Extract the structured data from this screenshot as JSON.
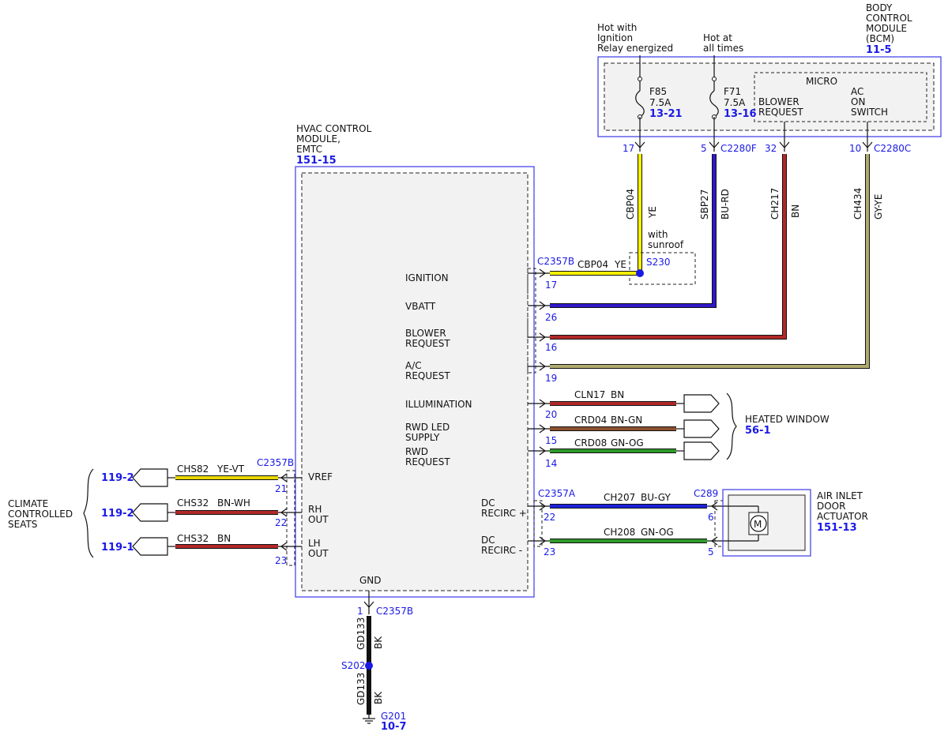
{
  "bcm": {
    "title_lines": [
      "BODY",
      "CONTROL",
      "MODULE",
      "(BCM)"
    ],
    "ref": "11-5",
    "micro": "MICRO",
    "blower_request": [
      "BLOWER",
      "REQUEST"
    ],
    "ac_on_switch": [
      "AC",
      "ON",
      "SWITCH"
    ]
  },
  "fuses": [
    {
      "name": "F85",
      "rating": "7.5A",
      "ref": "13-21",
      "supply": [
        "Hot with",
        "Ignition",
        "Relay energized"
      ]
    },
    {
      "name": "F71",
      "rating": "7.5A",
      "ref": "13-16",
      "supply": [
        "Hot at",
        "all times"
      ]
    }
  ],
  "bcm_connectors": {
    "pins": [
      "17",
      "5",
      "32",
      "10"
    ],
    "c2280f": "C2280F",
    "c2280c": "C2280C"
  },
  "bcm_wires": [
    {
      "circuit": "CBP04",
      "color": "YE",
      "stripe": "#f5f000"
    },
    {
      "circuit": "SBP27",
      "color": "BU-RD",
      "stripe": "#3018c8"
    },
    {
      "circuit": "CH217",
      "color": "BN",
      "stripe": "#b02828"
    },
    {
      "circuit": "CH434",
      "color": "GY-YE",
      "stripe": "#b0aa70"
    }
  ],
  "splice_s230": {
    "name": "S230",
    "note": [
      "with",
      "sunroof"
    ],
    "connector": "C2357B",
    "circuit": "CBP04",
    "color": "YE"
  },
  "hvac": {
    "title_lines": [
      "HVAC CONTROL",
      "MODULE,",
      "EMTC"
    ],
    "ref": "151-15",
    "gnd": "GND",
    "right_signals": [
      {
        "lines": [
          "IGNITION"
        ],
        "pin": "17"
      },
      {
        "lines": [
          "VBATT"
        ],
        "pin": "26"
      },
      {
        "lines": [
          "BLOWER",
          "REQUEST"
        ],
        "pin": "16"
      },
      {
        "lines": [
          "A/C",
          "REQUEST"
        ],
        "pin": "19"
      },
      {
        "lines": [
          "ILLUMINATION"
        ],
        "pin": "20"
      },
      {
        "lines": [
          "RWD LED",
          "SUPPLY"
        ],
        "pin": "15"
      },
      {
        "lines": [
          "RWD",
          "REQUEST"
        ],
        "pin": "14"
      }
    ],
    "dc_recirc_plus": [
      "DC",
      "RECIRC +"
    ],
    "dc_recirc_minus": [
      "DC",
      "RECIRC -"
    ],
    "left_signals": [
      {
        "lines": [
          "VREF"
        ],
        "pin": "21"
      },
      {
        "lines": [
          "RH",
          "OUT"
        ],
        "pin": "22"
      },
      {
        "lines": [
          "LH",
          "OUT"
        ],
        "pin": "23"
      }
    ]
  },
  "heated_window": {
    "title": "HEATED WINDOW",
    "ref": "56-1",
    "wires": [
      {
        "circuit": "CLN17",
        "color": "BN",
        "stripe": "#b02828"
      },
      {
        "circuit": "CRD04",
        "color": "BN-GN",
        "stripe": "#8a5030"
      },
      {
        "circuit": "CRD08",
        "color": "GN-OG",
        "stripe": "#2e9a2a"
      }
    ]
  },
  "seats": {
    "title_lines": [
      "CLIMATE",
      "CONTROLLED",
      "SEATS"
    ],
    "connector": "C2357B",
    "wires": [
      {
        "ref": "119-2",
        "circuit": "CHS82",
        "color": "YE-VT",
        "stripe": "#e8d800"
      },
      {
        "ref": "119-2",
        "circuit": "CHS32",
        "color": "BN-WH",
        "stripe": "#b02828"
      },
      {
        "ref": "119-1",
        "circuit": "CHS32",
        "color": "BN",
        "stripe": "#b02828"
      }
    ]
  },
  "actuator": {
    "title_lines": [
      "AIR INLET",
      "DOOR",
      "ACTUATOR"
    ],
    "ref": "151-13",
    "motor": "M",
    "connector_left": "C2357A",
    "connector_right": "C289",
    "wires": [
      {
        "circuit": "CH207",
        "color": "BU-GY",
        "stripe": "#1c22d8",
        "pin_left": "22",
        "pin_right": "6"
      },
      {
        "circuit": "CH208",
        "color": "GN-OG",
        "stripe": "#2e9a2a",
        "pin_left": "23",
        "pin_right": "5"
      }
    ]
  },
  "ground": {
    "connector": "C2357B",
    "pin": "1",
    "circuit": "GD133",
    "color": "BK",
    "splice": "S202",
    "ground_point": "G201",
    "ref": "10-7"
  }
}
